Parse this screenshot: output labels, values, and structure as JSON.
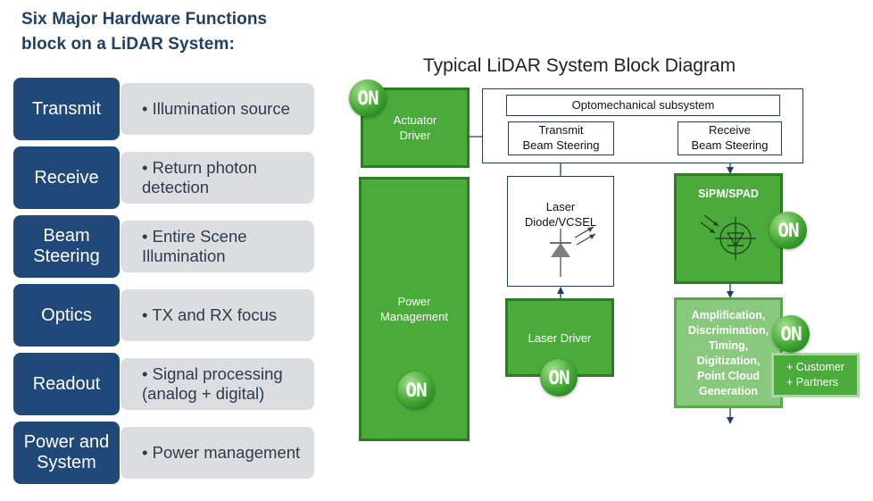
{
  "title": "Six Major Hardware Functions\nblock on a LiDAR System:",
  "functions": [
    {
      "label": "Transmit",
      "desc": "• Illumination source"
    },
    {
      "label": "Receive",
      "desc": "• Return photon\n   detection"
    },
    {
      "label": "Beam\nSteering",
      "desc": "• Entire Scene\n   Illumination"
    },
    {
      "label": "Optics",
      "desc": "• TX and RX focus"
    },
    {
      "label": "Readout",
      "desc": "• Signal processing\n   (analog + digital)"
    },
    {
      "label": "Power and\nSystem",
      "desc": "• Power management"
    }
  ],
  "diagram": {
    "title": "Typical LiDAR System Block Diagram",
    "actuator_driver": "Actuator\nDriver",
    "power_management": "Power\nManagement",
    "optomechanical": "Optomechanical subsystem",
    "transmit_beam_steering": "Transmit\nBeam Steering",
    "receive_beam_steering": "Receive\nBeam Steering",
    "laser_diode": "Laser\nDiode/VCSEL",
    "laser_driver": "Laser Driver",
    "sipm_spad": "SiPM/SPAD",
    "readout_chain": "Amplification,\nDiscrimination,\nTiming,\nDigitization,\nPoint Cloud\nGeneration",
    "customer_partners": "+ Customer\n+ Partners",
    "on_logo": "ON"
  },
  "colors": {
    "navy": "#20497a",
    "gray": "#dcdde0",
    "green": "#4aab3a",
    "light_green": "#89c97d",
    "arrow": "#1f3f66"
  }
}
